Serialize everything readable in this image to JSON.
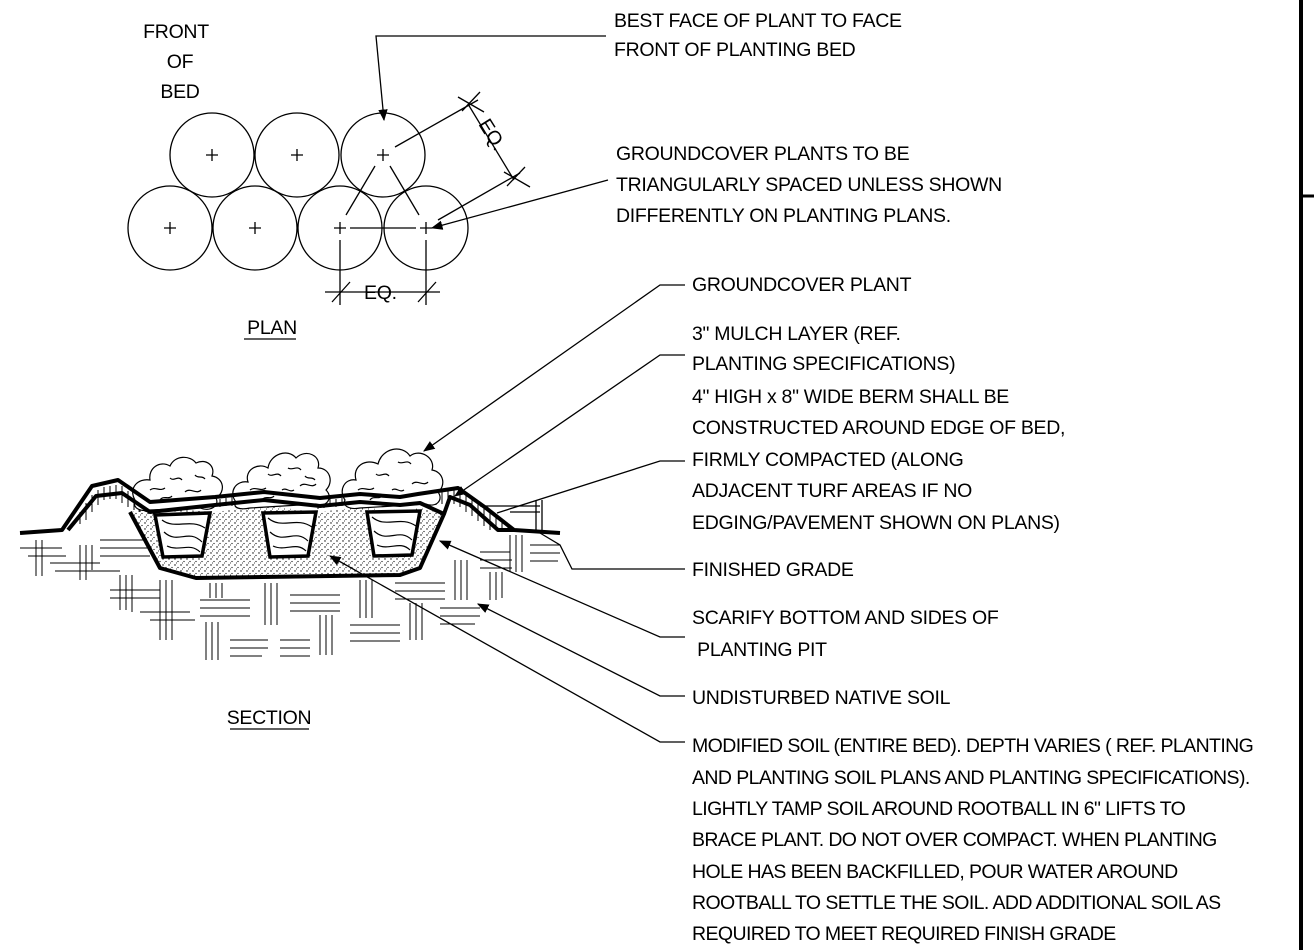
{
  "plan": {
    "front_of_bed": [
      "FRONT",
      "OF",
      "BED"
    ],
    "label": "PLAN",
    "eq_diagonal": "EQ.",
    "eq_horizontal": "EQ."
  },
  "section": {
    "label": "SECTION"
  },
  "notes": {
    "best_face": [
      "BEST FACE OF PLANT TO FACE",
      "FRONT OF PLANTING BED"
    ],
    "triangular": [
      "GROUNDCOVER PLANTS TO BE",
      "TRIANGULARLY SPACED UNLESS SHOWN",
      "DIFFERENTLY ON PLANTING PLANS."
    ],
    "groundcover_plant": "GROUNDCOVER PLANT",
    "mulch": [
      "3\" MULCH LAYER (REF.",
      "PLANTING SPECIFICATIONS)",
      "4\" HIGH x 8\" WIDE BERM SHALL BE",
      "CONSTRUCTED AROUND EDGE OF BED,",
      "FIRMLY COMPACTED (ALONG",
      "ADJACENT TURF AREAS IF NO",
      "EDGING/PAVEMENT SHOWN ON PLANS)"
    ],
    "finished_grade": "FINISHED GRADE",
    "scarify": [
      "SCARIFY BOTTOM AND SIDES OF",
      " PLANTING PIT"
    ],
    "undisturbed": "UNDISTURBED NATIVE SOIL",
    "modified_soil": [
      "MODIFIED SOIL (ENTIRE BED). DEPTH VARIES ( REF. PLANTING",
      "AND PLANTING SOIL PLANS AND PLANTING SPECIFICATIONS).",
      "LIGHTLY TAMP SOIL AROUND ROOTBALL IN 6\" LIFTS TO",
      "BRACE PLANT. DO NOT OVER COMPACT. WHEN PLANTING",
      "HOLE HAS BEEN BACKFILLED, POUR WATER AROUND",
      "ROOTBALL TO SETTLE THE SOIL. ADD ADDITIONAL SOIL AS",
      "REQUIRED TO MEET REQUIRED FINISH GRADE"
    ]
  }
}
